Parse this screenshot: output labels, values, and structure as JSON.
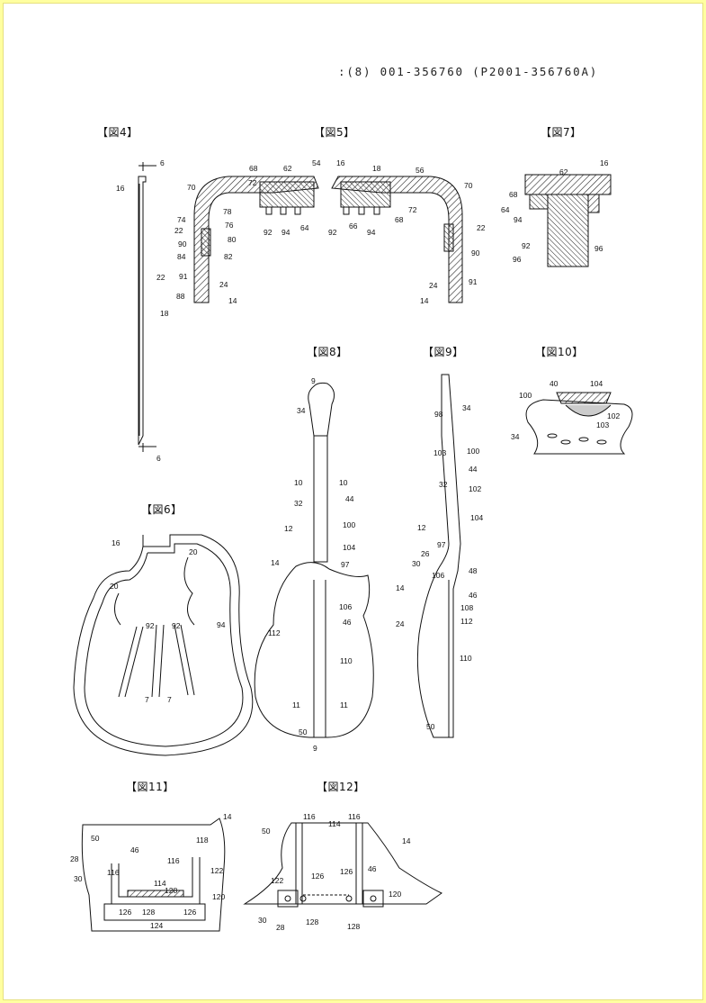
{
  "header": {
    "publication_number": ":(8) 001-356760 (P2001-356760A)"
  },
  "figures": [
    {
      "id": "fig4",
      "caption": "【図4】"
    },
    {
      "id": "fig5",
      "caption": "【図5】"
    },
    {
      "id": "fig7",
      "caption": "【図7】"
    },
    {
      "id": "fig8",
      "caption": "【図8】"
    },
    {
      "id": "fig9",
      "caption": "【図9】"
    },
    {
      "id": "fig10",
      "caption": "【図10】"
    },
    {
      "id": "fig6",
      "caption": "【図6】"
    },
    {
      "id": "fig11",
      "caption": "【図11】"
    },
    {
      "id": "fig12",
      "caption": "【図12】"
    }
  ],
  "labels": {
    "fig4": [
      "6",
      "16",
      "22",
      "18",
      "6"
    ],
    "fig5": [
      "68",
      "62",
      "54",
      "16",
      "18",
      "56",
      "70",
      "70",
      "78",
      "72",
      "74",
      "22",
      "76",
      "80",
      "82",
      "90",
      "84",
      "91",
      "24",
      "88",
      "14",
      "92",
      "94",
      "64",
      "92",
      "66",
      "94",
      "68",
      "72",
      "22",
      "90",
      "24",
      "91",
      "14"
    ],
    "fig7": [
      "16",
      "62",
      "68",
      "64",
      "94",
      "92",
      "96",
      "96"
    ],
    "fig8": [
      "9",
      "34",
      "10",
      "10",
      "44",
      "32",
      "100",
      "12",
      "104",
      "14",
      "97",
      "106",
      "46",
      "112",
      "110",
      "11",
      "11",
      "50",
      "9"
    ],
    "fig9": [
      "34",
      "98",
      "100",
      "103",
      "44",
      "32",
      "102",
      "104",
      "12",
      "97",
      "26",
      "30",
      "106",
      "48",
      "14",
      "46",
      "108",
      "24",
      "112",
      "110",
      "50"
    ],
    "fig10": [
      "40",
      "104",
      "100",
      "102",
      "103",
      "34"
    ],
    "fig6": [
      "16",
      "20",
      "20",
      "92",
      "92",
      "94",
      "7",
      "7"
    ],
    "fig11": [
      "14",
      "50",
      "46",
      "118",
      "28",
      "116",
      "116",
      "122",
      "30",
      "114",
      "128",
      "120",
      "126",
      "128",
      "126",
      "124"
    ],
    "fig12": [
      "116",
      "116",
      "114",
      "50",
      "14",
      "46",
      "122",
      "126",
      "126",
      "120",
      "30",
      "28",
      "128",
      "128"
    ]
  }
}
